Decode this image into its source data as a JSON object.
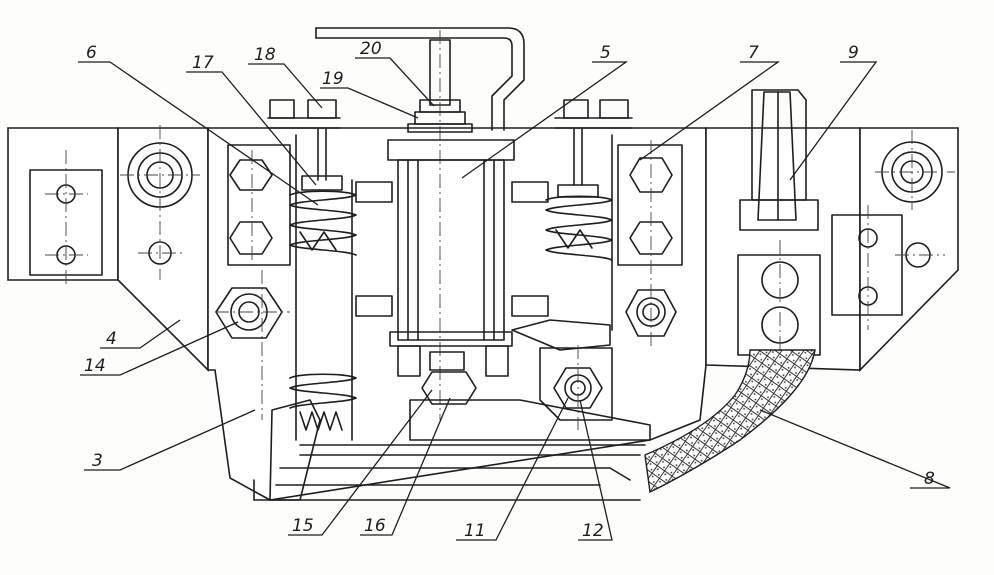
{
  "labels": {
    "l1": "6",
    "l2": "17",
    "l3": "18",
    "l4": "20",
    "l5": "19",
    "l6": "5",
    "l7": "7",
    "l8": "9",
    "l9": "4",
    "l10": "14",
    "l11": "3",
    "l12": "15",
    "l13": "16",
    "l14": "11",
    "l15": "12",
    "l16": "8"
  }
}
